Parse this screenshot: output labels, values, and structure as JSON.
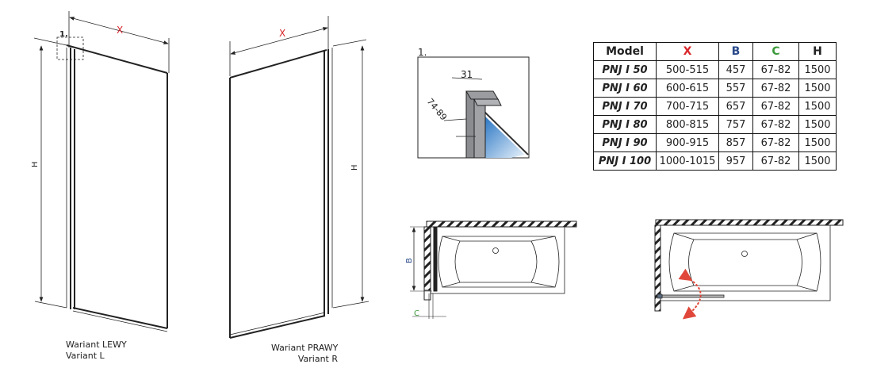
{
  "left_view": {
    "caption_line1": "Wariant LEWY",
    "caption_line2": "Variant L",
    "dim_x": "X",
    "dim_h": "H",
    "detail_marker": "1."
  },
  "right_view": {
    "caption_line1": "Wariant PRAWY",
    "caption_line2": "Variant R",
    "dim_x": "X",
    "dim_h": "H"
  },
  "detail": {
    "title": "1.",
    "width_label": "31",
    "depth_label": "74-89"
  },
  "plan_views": {
    "dim_b": "B",
    "dim_c": "C"
  },
  "table": {
    "headers": [
      "Model",
      "X",
      "B",
      "C",
      "H"
    ],
    "header_colors": [
      "#222222",
      "#d9262b",
      "#2a4a8a",
      "#3a9a3a",
      "#222222"
    ],
    "rows": [
      [
        "PNJ I 50",
        "500-515",
        "457",
        "67-82",
        "1500"
      ],
      [
        "PNJ I 60",
        "600-615",
        "557",
        "67-82",
        "1500"
      ],
      [
        "PNJ I 70",
        "700-715",
        "657",
        "67-82",
        "1500"
      ],
      [
        "PNJ I 80",
        "800-815",
        "757",
        "67-82",
        "1500"
      ],
      [
        "PNJ I 90",
        "900-915",
        "857",
        "67-82",
        "1500"
      ],
      [
        "PNJ I 100",
        "1000-1015",
        "957",
        "67-82",
        "1500"
      ]
    ]
  },
  "colors": {
    "dim_x": "#d9262b",
    "dim_b": "#2a4a8a",
    "dim_c": "#3a9a3a",
    "arrow": "#e0473a",
    "glass": "#2f7fc8"
  }
}
